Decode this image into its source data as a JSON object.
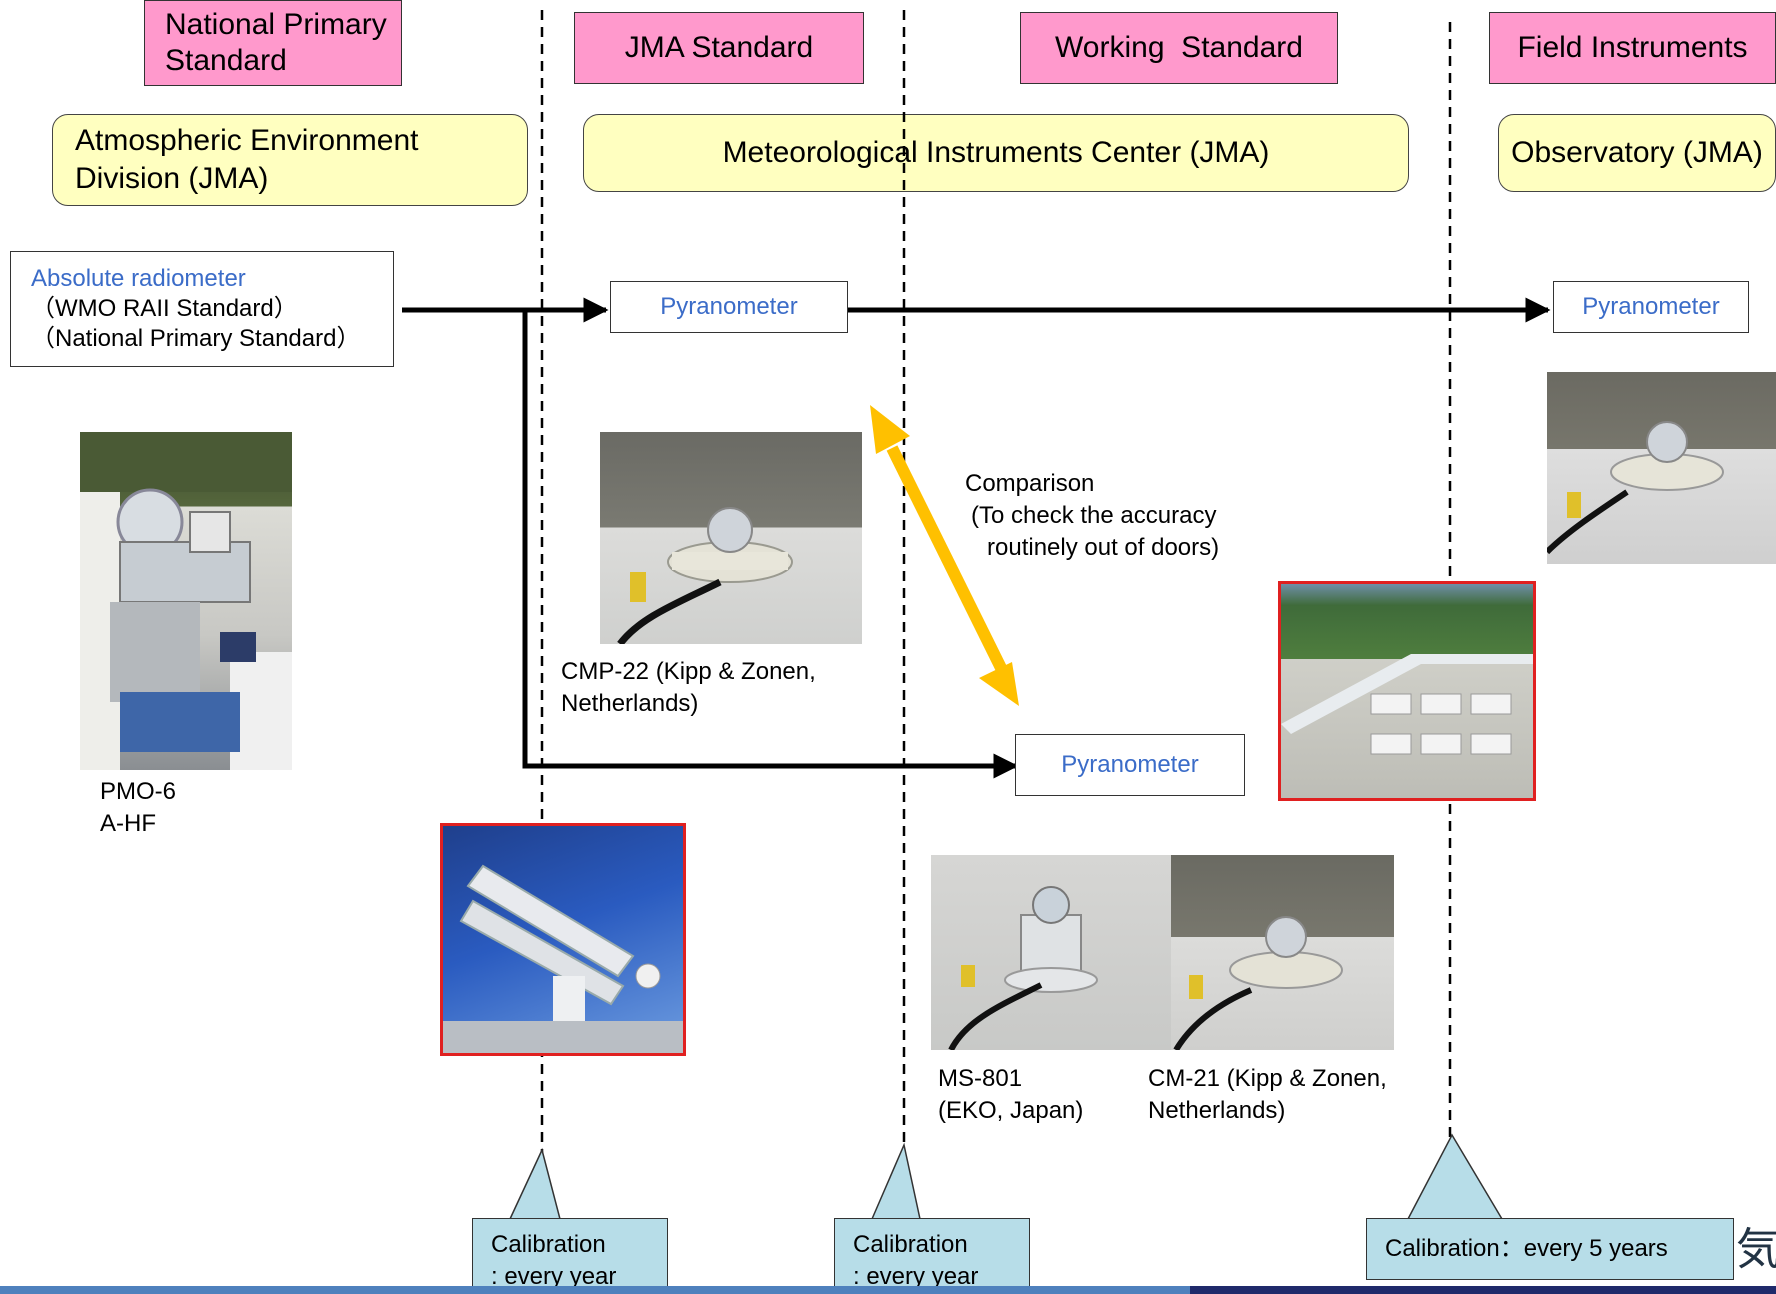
{
  "headers": {
    "national_primary": "National Primary\nStandard",
    "jma_standard": "JMA Standard",
    "working_standard": "Working  Standard",
    "field_instruments": "Field Instruments"
  },
  "organizations": {
    "aed": "Atmospheric Environment\nDivision (JMA)",
    "mic": "Meteorological Instruments Center (JMA)",
    "observatory": "Observatory (JMA)"
  },
  "absolute_radiometer": {
    "title": "Absolute radiometer",
    "line1": "（WMO RAII Standard）",
    "line2": "（National Primary Standard）"
  },
  "pyranometer_labels": {
    "jma": "Pyranometer",
    "field": "Pyranometer",
    "working": "Pyranometer"
  },
  "captions": {
    "pmo": "PMO-6\nA-HF",
    "cmp22": "CMP-22 (Kipp  &  Zonen,\nNetherlands)",
    "ms801": "MS-801\n(EKO, Japan)",
    "cm21": "CM-21 (Kipp  & Zonen,\nNetherlands)"
  },
  "comparison": {
    "title": "Comparison",
    "line1": "(To check the accuracy",
    "line2": "routinely out of doors)"
  },
  "callouts": {
    "cal1": "Calibration\n: every   year",
    "cal2": "Calibration\n: every   year",
    "cal3": "Calibration：every 5 years"
  },
  "logo_glyph": "気",
  "colors": {
    "header_pink": "#ff99cc",
    "org_yellow": "#ffffc0",
    "label_blue": "#3b6cc8",
    "arrow_orange": "#ffc000",
    "callout_cyan": "#b7dde8",
    "photo_border_red": "#e02020",
    "bar_blue": "#4f81bd",
    "bar_navy": "#1f2a6b"
  }
}
